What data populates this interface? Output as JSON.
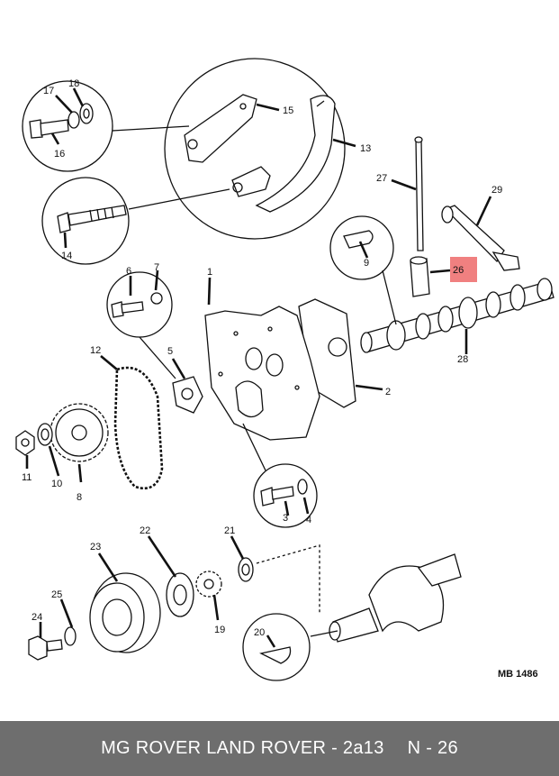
{
  "diagram": {
    "drawing_ref": "MB 1486",
    "highlighted_callout": "26",
    "highlight_color": "#f08080",
    "callouts": [
      "1",
      "2",
      "3",
      "4",
      "5",
      "6",
      "7",
      "8",
      "9",
      "10",
      "11",
      "12",
      "13",
      "14",
      "15",
      "16",
      "17",
      "18",
      "19",
      "20",
      "21",
      "22",
      "23",
      "24",
      "25",
      "26",
      "27",
      "28",
      "29"
    ]
  },
  "footer": {
    "brand": "MG ROVER LAND ROVER - 2a13",
    "part_number": "N - 26",
    "background": "#6e6e6e"
  }
}
